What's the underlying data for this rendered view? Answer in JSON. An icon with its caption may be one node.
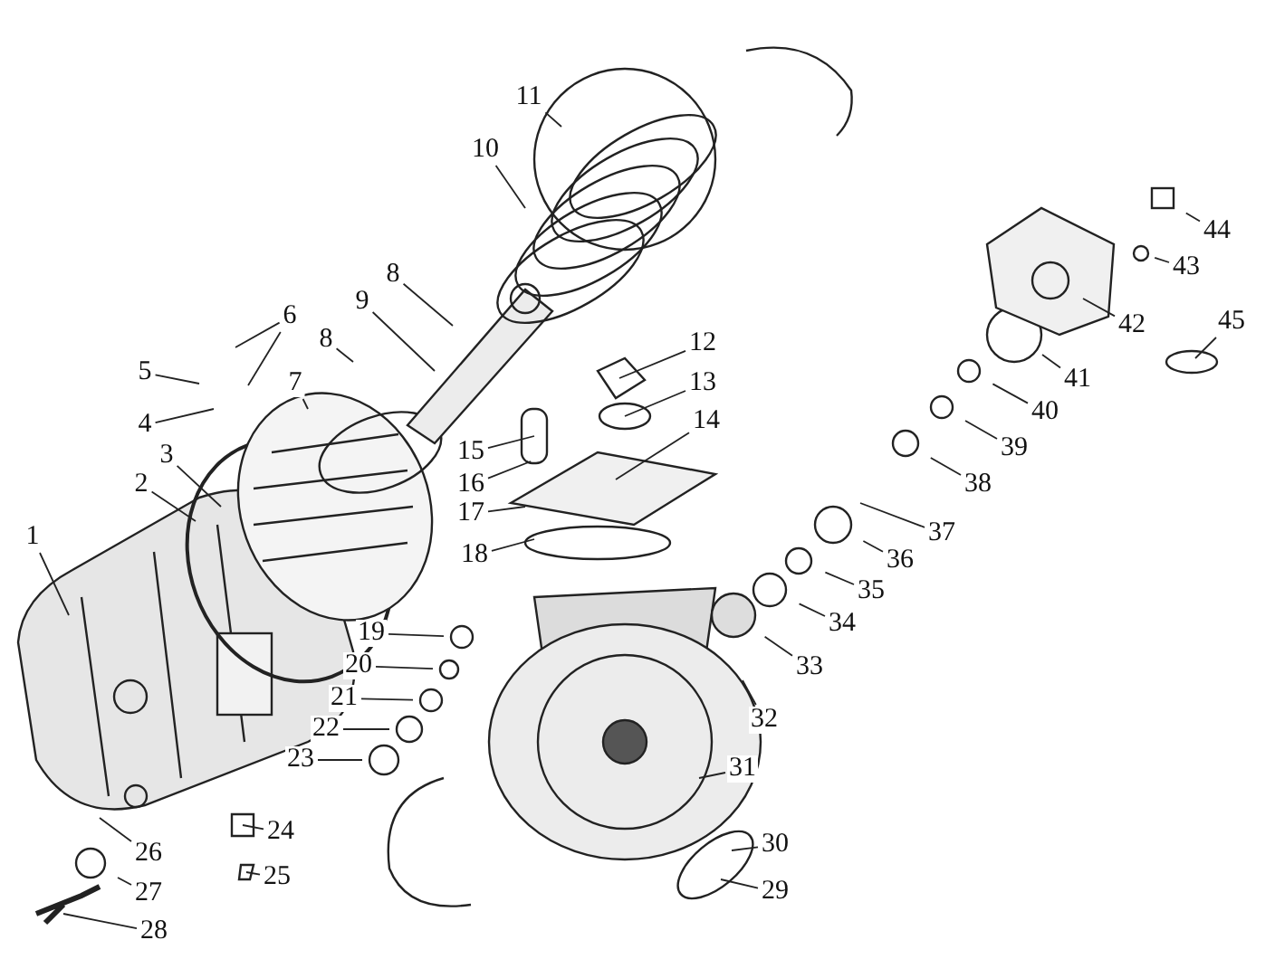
{
  "diagram": {
    "nodes": [
      {
        "text": [
          "1"
        ]
      },
      {
        "text": [
          "2"
        ]
      },
      {
        "text": [
          "3"
        ]
      },
      {
        "text": [
          "4"
        ]
      },
      {
        "text": [
          "5"
        ]
      },
      {
        "text": [
          "6"
        ]
      },
      {
        "text": [
          "7"
        ]
      },
      {
        "text": [
          "8"
        ]
      },
      {
        "text": [
          "8"
        ]
      },
      {
        "text": [
          "9"
        ]
      },
      {
        "text": [
          "10"
        ]
      },
      {
        "text": [
          "11"
        ]
      },
      {
        "text": [
          "12"
        ]
      },
      {
        "text": [
          "13"
        ]
      },
      {
        "text": [
          "14"
        ]
      },
      {
        "text": [
          "15"
        ]
      },
      {
        "text": [
          "16"
        ]
      },
      {
        "text": [
          "17"
        ]
      },
      {
        "text": [
          "18"
        ]
      },
      {
        "text": [
          "19"
        ]
      },
      {
        "text": [
          "20"
        ]
      },
      {
        "text": [
          "21"
        ]
      },
      {
        "text": [
          "22"
        ]
      },
      {
        "text": [
          "23"
        ]
      },
      {
        "text": [
          "24"
        ]
      },
      {
        "text": [
          "25"
        ]
      },
      {
        "text": [
          "26"
        ]
      },
      {
        "text": [
          "27"
        ]
      },
      {
        "text": [
          "28"
        ]
      },
      {
        "text": [
          "29"
        ]
      },
      {
        "text": [
          "30"
        ]
      },
      {
        "text": [
          "31"
        ]
      },
      {
        "text": [
          "32"
        ]
      },
      {
        "text": [
          "33"
        ]
      },
      {
        "text": [
          "34"
        ]
      },
      {
        "text": [
          "35"
        ]
      },
      {
        "text": [
          "36"
        ]
      },
      {
        "text": [
          "37"
        ]
      },
      {
        "text": [
          "38"
        ]
      },
      {
        "text": [
          "39"
        ]
      },
      {
        "text": [
          "40"
        ]
      },
      {
        "text": [
          "41"
        ]
      },
      {
        "text": [
          "42"
        ]
      },
      {
        "text": [
          "43"
        ]
      },
      {
        "text": [
          "44"
        ]
      },
      {
        "text": [
          "45"
        ]
      }
    ],
    "edges": [
      {
        "from": 0,
        "to": null,
        "arrow": "none"
      },
      {
        "from": 1,
        "to": null,
        "arrow": "none"
      },
      {
        "from": 2,
        "to": null,
        "arrow": "none"
      },
      {
        "from": 3,
        "to": null,
        "arrow": "none"
      },
      {
        "from": 4,
        "to": null,
        "arrow": "none"
      },
      {
        "from": 5,
        "to": null,
        "arrow": "none"
      },
      {
        "from": 5,
        "to": null,
        "arrow": "none"
      },
      {
        "from": 6,
        "to": null,
        "arrow": "none"
      },
      {
        "from": 7,
        "to": null,
        "arrow": "none"
      },
      {
        "from": 8,
        "to": null,
        "arrow": "none"
      },
      {
        "from": 9,
        "to": null,
        "arrow": "none"
      },
      {
        "from": 10,
        "to": null,
        "arrow": "none"
      },
      {
        "from": 11,
        "to": null,
        "arrow": "none"
      },
      {
        "from": 12,
        "to": null,
        "arrow": "none"
      },
      {
        "from": 13,
        "to": null,
        "arrow": "none"
      },
      {
        "from": 14,
        "to": null,
        "arrow": "none"
      },
      {
        "from": 15,
        "to": null,
        "arrow": "none"
      },
      {
        "from": 16,
        "to": null,
        "arrow": "none"
      },
      {
        "from": 17,
        "to": null,
        "arrow": "none"
      },
      {
        "from": 18,
        "to": null,
        "arrow": "none"
      },
      {
        "from": 19,
        "to": null,
        "arrow": "none"
      },
      {
        "from": 20,
        "to": null,
        "arrow": "none"
      },
      {
        "from": 21,
        "to": null,
        "arrow": "none"
      },
      {
        "from": 22,
        "to": null,
        "arrow": "none"
      },
      {
        "from": 23,
        "to": null,
        "arrow": "none"
      },
      {
        "from": 24,
        "to": null,
        "arrow": "none"
      },
      {
        "from": 25,
        "to": null,
        "arrow": "none"
      },
      {
        "from": 26,
        "to": null,
        "arrow": "none"
      },
      {
        "from": 27,
        "to": null,
        "arrow": "none"
      },
      {
        "from": 28,
        "to": null,
        "arrow": "none"
      },
      {
        "from": 29,
        "to": null,
        "arrow": "none"
      },
      {
        "from": 30,
        "to": null,
        "arrow": "none"
      },
      {
        "from": 31,
        "to": null,
        "arrow": "none"
      },
      {
        "from": 32,
        "to": null,
        "arrow": "none"
      },
      {
        "from": 33,
        "to": null,
        "arrow": "none"
      },
      {
        "from": 34,
        "to": null,
        "arrow": "none"
      },
      {
        "from": 35,
        "to": null,
        "arrow": "none"
      },
      {
        "from": 36,
        "to": null,
        "arrow": "none"
      },
      {
        "from": 37,
        "to": null,
        "arrow": "none"
      },
      {
        "from": 38,
        "to": null,
        "arrow": "none"
      },
      {
        "from": 39,
        "to": null,
        "arrow": "none"
      },
      {
        "from": 40,
        "to": null,
        "arrow": "none"
      },
      {
        "from": 41,
        "to": null,
        "arrow": "none"
      },
      {
        "from": 42,
        "to": null,
        "arrow": "none"
      },
      {
        "from": 43,
        "to": null,
        "arrow": "none"
      },
      {
        "from": 44,
        "to": null,
        "arrow": "none"
      },
      {
        "from": 45,
        "to": null,
        "arrow": "none"
      }
    ]
  }
}
